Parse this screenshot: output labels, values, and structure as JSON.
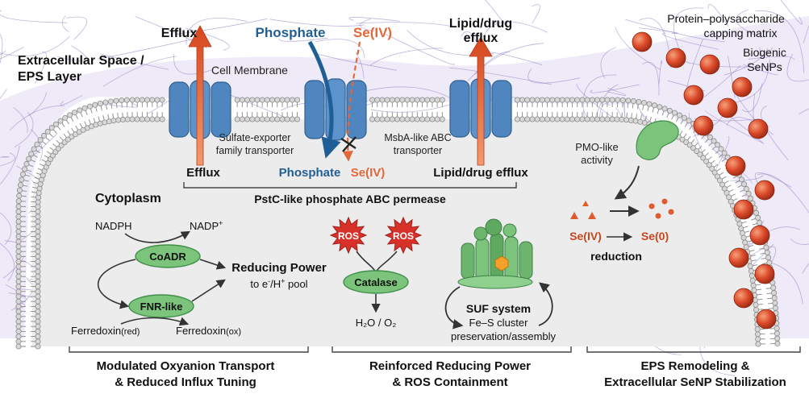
{
  "labels": {
    "extracellular_line1": "Extracellular Space /",
    "extracellular_line2": "EPS Layer",
    "cell_membrane": "Cell Membrane",
    "efflux_top": "Efflux",
    "phosphate_top": "Phosphate",
    "seiv_top": "Se(IV)",
    "lipid_top_line1": "Lipid/drug",
    "lipid_top_line2": "efflux",
    "capping_line1": "Protein–polysaccharide",
    "capping_line2": "capping matrix",
    "biogenic_line1": "Biogenic",
    "biogenic_line2": "SeNPs",
    "sulfate_line1": "Sulfate-exporter",
    "sulfate_line2": "family transporter",
    "msba_line1": "MsbA-like ABC",
    "msba_line2": "transporter",
    "efflux_bottom": "Efflux",
    "phosphate_bottom": "Phosphate",
    "seiv_bottom": "Se(IV)",
    "lipid_bottom": "Lipid/drug efflux",
    "pstc": "PstC-like phosphate ABC permease",
    "pmo_line1": "PMO-like",
    "pmo_line2": "activity",
    "cytoplasm": "Cytoplasm",
    "nadph": "NADPH",
    "nadp_base": "NADP",
    "nadp_sup": "+",
    "coadr": "CoADR",
    "fnr": "FNR-like",
    "reducing_power": "Reducing Power",
    "to_pool_a": "to e",
    "to_pool_sup": "-",
    "to_pool_b": "/H",
    "to_pool_sup2": "+",
    "to_pool_c": " pool",
    "ferredoxin_red_base": "Ferredoxin",
    "ferredoxin_red_sub": "(red)",
    "ferredoxin_ox_base": "Ferredoxin",
    "ferredoxin_ox_sub": "(ox)",
    "ros_1": "ROS",
    "ros_2": "ROS",
    "catalase": "Catalase",
    "h2o_o2": "H₂O / O₂",
    "suf_title": "SUF system",
    "suf_line2": "Fe–S cluster",
    "suf_line3": "preservation/assembly",
    "seiv_red": "Se(IV)",
    "se0": "Se(0)",
    "reduction": "reduction",
    "section1_line1": "Modulated Oxyanion Transport",
    "section1_line2": "& Reduced Influx Tuning",
    "section2_line1": "Reinforced Reducing Power",
    "section2_line2": "& ROS Containment",
    "section3_line1": "EPS Remodeling &",
    "section3_line2": "Extracellular SeNP Stabilization"
  },
  "colors": {
    "efflux_arrow": "#e05a2e",
    "phosphate": "#1f5f95",
    "seiv": "#e0683a",
    "transporter": "#4f86c0",
    "enzyme_green": "#7cc47c",
    "ros_red": "#d7312a",
    "senp": "#d9482a",
    "eps_fiber": "#8a78c2"
  }
}
